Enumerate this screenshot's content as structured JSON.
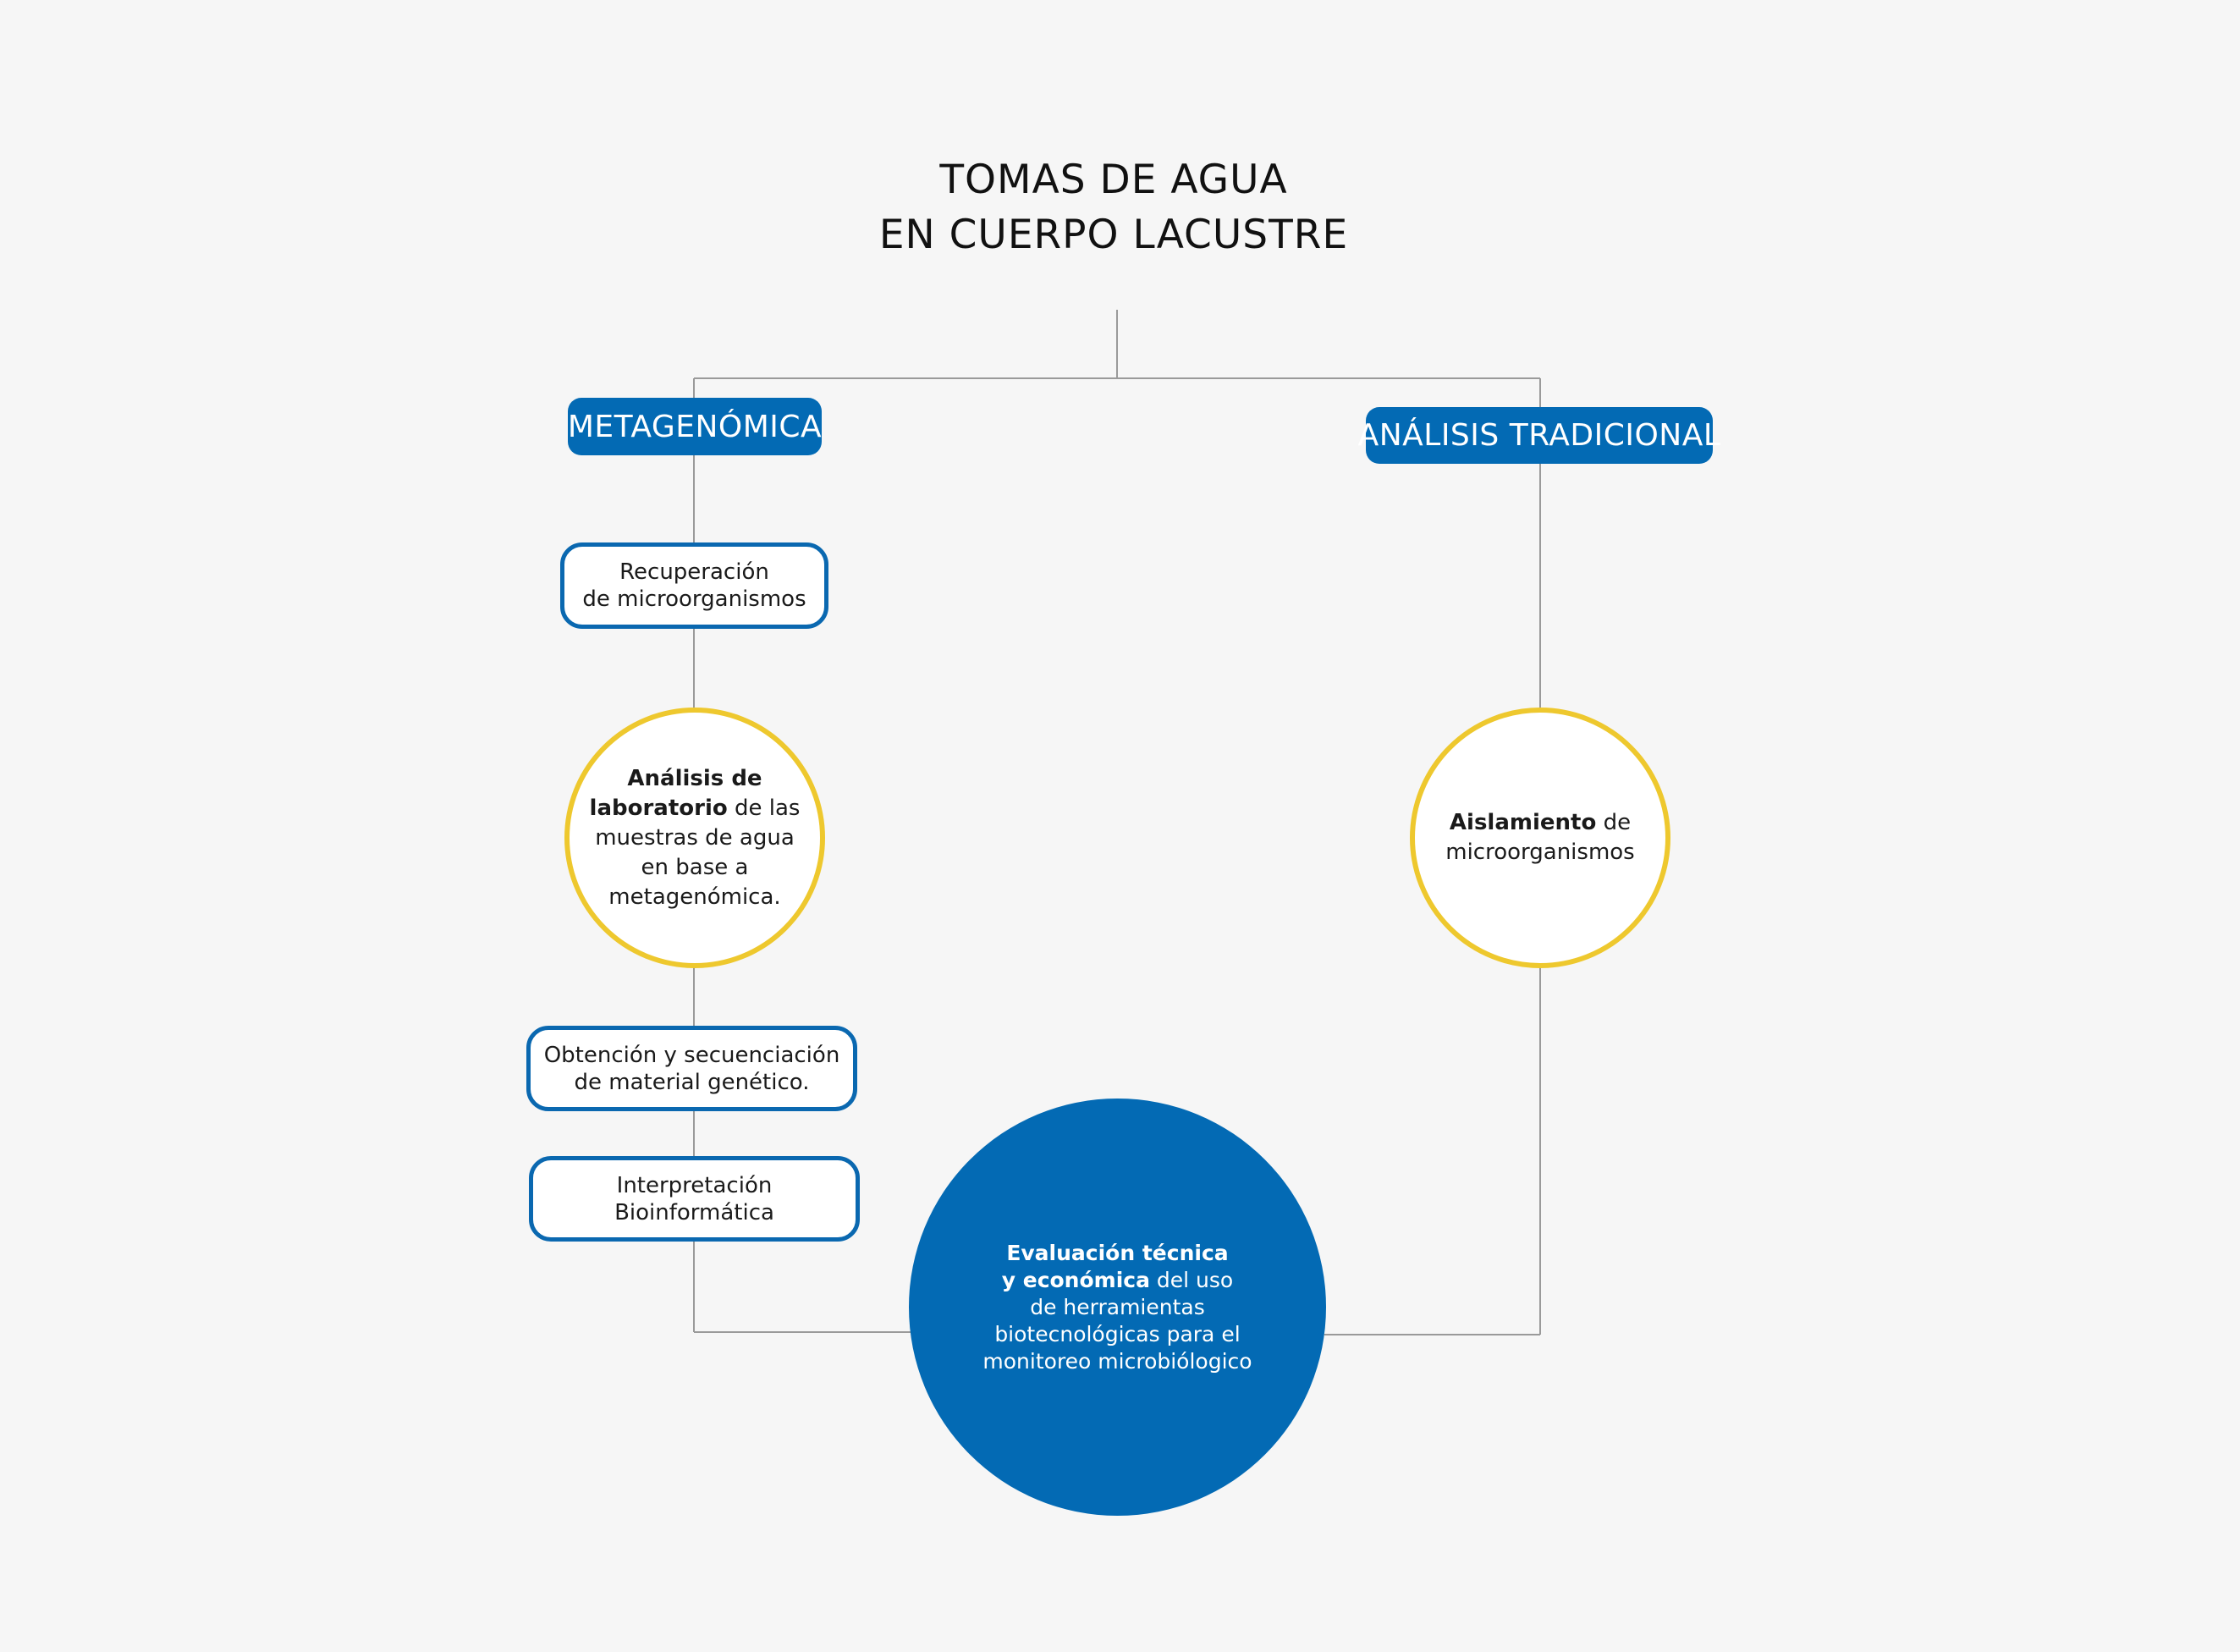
{
  "title": {
    "line1": "TOMAS DE AGUA",
    "line2": "EN CUERPO LACUSTRE"
  },
  "branches": {
    "left": {
      "label": "METAGENÓMICA"
    },
    "right": {
      "label": "ANÁLISIS TRADICIONAL"
    }
  },
  "steps": {
    "recuperacion": {
      "line1": "Recuperación",
      "line2": "de microorganismos"
    },
    "analisis_lab": {
      "bold1": "Análisis de",
      "bold2": "laboratorio",
      "rest2": " de las",
      "line3": "muestras de agua",
      "line4": "en base a",
      "line5": "metagenómica."
    },
    "obtencion": {
      "line1": "Obtención y secuenciación",
      "line2": "de material genético."
    },
    "interpretacion": {
      "line1": "Interpretación",
      "line2": "Bioinformática"
    },
    "aislamiento": {
      "bold1": "Aislamiento",
      "rest1": " de",
      "line2": "microorganismos"
    },
    "evaluacion": {
      "bold1": "Evaluación técnica",
      "bold2": "y económica",
      "rest2": " del uso",
      "line3": "de herramientas",
      "line4": "biotecnológicas para el",
      "line5": "monitoreo microbiólogico"
    }
  },
  "colors": {
    "blue": "#036ab4",
    "yellow": "#eec82e",
    "line": "#9a9a9a",
    "background": "#f6f6f6"
  }
}
